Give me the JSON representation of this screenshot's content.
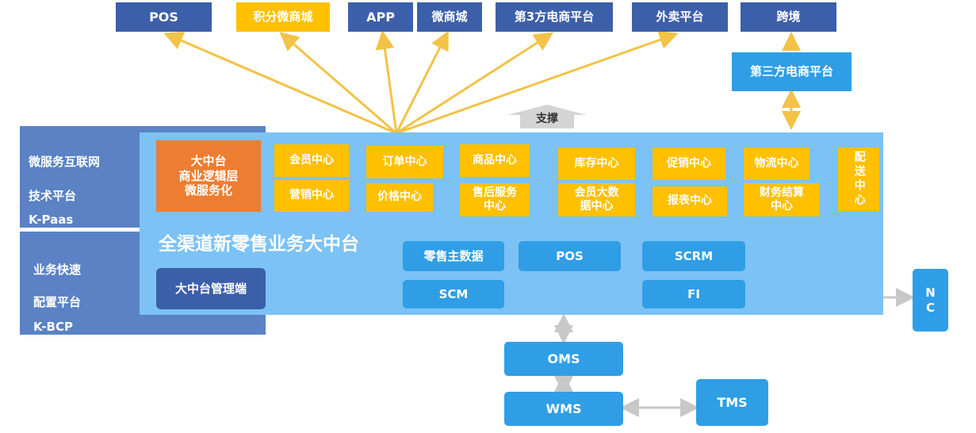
{
  "top_channels": {
    "pos": "POS",
    "points_mall": "积分微商城",
    "app": "APP",
    "wechat_mall": "微商城",
    "third_party_ecom": "第3方电商平台",
    "takeout": "外卖平台",
    "cross_border": "跨境"
  },
  "third_party_ecom_platform": "第三方电商平台",
  "support_label": "支撑",
  "left_panel": {
    "tech_platform_line1": "微服务互联网",
    "tech_platform_line2": "技术平台",
    "tech_platform_line3": "K-Paas",
    "biz_platform_line1": "业务快速",
    "biz_platform_line2": "配置平台",
    "biz_platform_line3": "K-BCP"
  },
  "core": {
    "logic_line1": "大中台",
    "logic_line2": "商业逻辑层",
    "logic_line3": "微服务化",
    "title": "全渠道新零售业务大中台",
    "admin": "大中台管理端"
  },
  "centers": {
    "member": "会员中心",
    "order": "订单中心",
    "product": "商品中心",
    "inventory": "库存中心",
    "promotion": "促销中心",
    "logistics": "物流中心",
    "delivery": "配送中心",
    "marketing": "营销中心",
    "price": "价格中心",
    "aftersale_line1": "售后服务",
    "aftersale_line2": "中心",
    "member_bigdata_line1": "会员大数",
    "member_bigdata_line2": "据中心",
    "report": "报表中心",
    "finance_line1": "财务结算",
    "finance_line2": "中心"
  },
  "modules": {
    "retail_master_data": "零售主数据",
    "pos": "POS",
    "scrm": "SCRM",
    "scm": "SCM",
    "fi": "FI"
  },
  "downstream": {
    "nc_line1": "N",
    "nc_line2": "C",
    "oms": "OMS",
    "wms": "WMS",
    "tms": "TMS"
  },
  "colors": {
    "navy": "#3c5fa9",
    "gold": "#ffc000",
    "sky": "#2f9ee6",
    "light_panel": "#7cc2f4",
    "left_panel": "#5a82c4",
    "orange": "#ed7d31",
    "arrow_gold": "#f3c246",
    "arrow_gray": "#c8c8c8"
  }
}
